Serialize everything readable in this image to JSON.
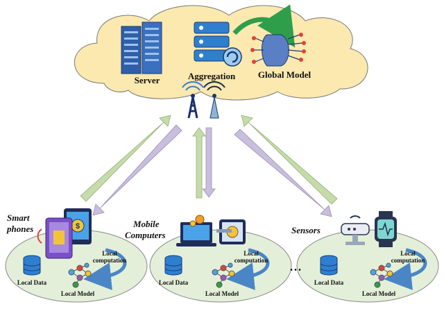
{
  "cloud": {
    "server_label": "Server",
    "aggregation_label": "Aggregation",
    "global_model_label": "Global Model"
  },
  "groups": [
    {
      "title_line1": "Smart",
      "title_line2": "phones",
      "local_data_label": "Local Data",
      "local_computation_line1": "Local",
      "local_computation_line2": "computation",
      "local_model_label": "Local Model"
    },
    {
      "title_line1": "Mobile",
      "title_line2": "Computers",
      "local_data_label": "Local Data",
      "local_computation_line1": "Local",
      "local_computation_line2": "computation",
      "local_model_label": "Local Model"
    },
    {
      "title_line1": "Sensors",
      "title_line2": "",
      "local_data_label": "Local Data",
      "local_computation_line1": "Local",
      "local_computation_line2": "computation",
      "local_model_label": "Local Model"
    }
  ],
  "ellipsis": "• • •",
  "colors": {
    "cloud_fill": "#fbe9b0",
    "client_fill": "#e4efd9",
    "upload_arrow": "#c5dcaa",
    "download_arrow": "#c9bfdc",
    "server_blue": "#2f5fa8",
    "accent_green": "#2e9e4b",
    "computation_arrow": "#4a86c5"
  },
  "icons": [
    "server-rack-icon",
    "aggregation-icon",
    "global-model-network-icon",
    "antenna-tower-icon",
    "smartphone-icon",
    "laptop-icon",
    "sensor-router-icon",
    "smartwatch-icon",
    "database-icon",
    "neural-network-icon"
  ]
}
